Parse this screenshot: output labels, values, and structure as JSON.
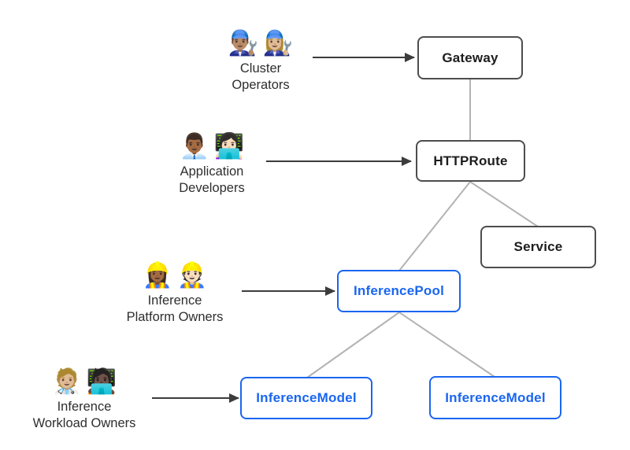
{
  "colors": {
    "node_border_dark": "#4d4d4d",
    "node_text_dark": "#1d1d1d",
    "node_blue": "#1a66f0",
    "edge_gray": "#b3b3b3",
    "arrow_dark": "#3c3c3c",
    "persona_text": "#2e2e2e",
    "background": "#ffffff"
  },
  "personas": [
    {
      "id": "cluster-operators",
      "label": "Cluster\nOperators",
      "emoji_1": "👨🏽‍🔧",
      "emoji_2": "👩🏼‍🔧",
      "emoji_names": [
        "man-mechanic",
        "woman-mechanic"
      ],
      "points_to": "gateway"
    },
    {
      "id": "application-developers",
      "label": "Application\nDevelopers",
      "emoji_1": "👨🏾‍💼",
      "emoji_2": "👩🏻‍💻",
      "emoji_names": [
        "man-office-worker",
        "woman-technologist"
      ],
      "points_to": "httproute"
    },
    {
      "id": "inference-platform-owners",
      "label": "Inference\nPlatform Owners",
      "emoji_1": "👷🏾‍♀️",
      "emoji_2": "👷🏻",
      "emoji_names": [
        "woman-construction-worker",
        "man-construction-worker"
      ],
      "points_to": "inferencepool"
    },
    {
      "id": "inference-workload-owners",
      "label": "Inference\nWorkload Owners",
      "emoji_1": "🧑🏼‍⚕️",
      "emoji_2": "🧑🏿‍💻",
      "emoji_names": [
        "health-worker",
        "technologist"
      ],
      "points_to": "inferencemodel_1"
    }
  ],
  "nodes": {
    "gateway": {
      "label": "Gateway",
      "style": "dark"
    },
    "httproute": {
      "label": "HTTPRoute",
      "style": "dark"
    },
    "service": {
      "label": "Service",
      "style": "dark"
    },
    "inferencepool": {
      "label": "InferencePool",
      "style": "blue"
    },
    "inferencemodel_1": {
      "label": "InferenceModel",
      "style": "blue"
    },
    "inferencemodel_2": {
      "label": "InferenceModel",
      "style": "blue"
    }
  },
  "edges": [
    {
      "from": "gateway",
      "to": "httproute"
    },
    {
      "from": "httproute",
      "to": "service"
    },
    {
      "from": "httproute",
      "to": "inferencepool"
    },
    {
      "from": "inferencepool",
      "to": "inferencemodel_1"
    },
    {
      "from": "inferencepool",
      "to": "inferencemodel_2"
    }
  ]
}
